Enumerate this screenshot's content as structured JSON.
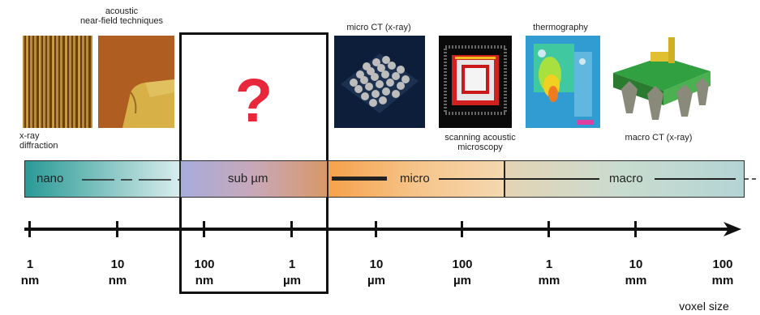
{
  "labels": {
    "acoustic": "acoustic\nnear-field techniques",
    "xray_diffraction": "x-ray\ndiffraction",
    "microct": "micro CT (x-ray)",
    "thermography": "thermography",
    "scanning_acoustic": "scanning acoustic\nmicroscopy",
    "macroct": "macro CT (x-ray)"
  },
  "question_mark": "?",
  "bands": {
    "nano": "nano",
    "sub_um": "sub µm",
    "micro": "micro",
    "macro": "macro"
  },
  "ticks": [
    {
      "value": "1",
      "unit": "nm"
    },
    {
      "value": "10",
      "unit": "nm"
    },
    {
      "value": "100",
      "unit": "nm"
    },
    {
      "value": "1",
      "unit": "µm"
    },
    {
      "value": "10",
      "unit": "µm"
    },
    {
      "value": "100",
      "unit": "µm"
    },
    {
      "value": "1",
      "unit": "mm"
    },
    {
      "value": "10",
      "unit": "mm"
    },
    {
      "value": "100",
      "unit": "mm"
    }
  ],
  "axis_label": "voxel size",
  "colors": {
    "nano": "#2a9a96",
    "sub_um": "#a8acdc",
    "micro": "#f5a24b",
    "macro": "#b4d4d4",
    "question": "#e8283a"
  }
}
